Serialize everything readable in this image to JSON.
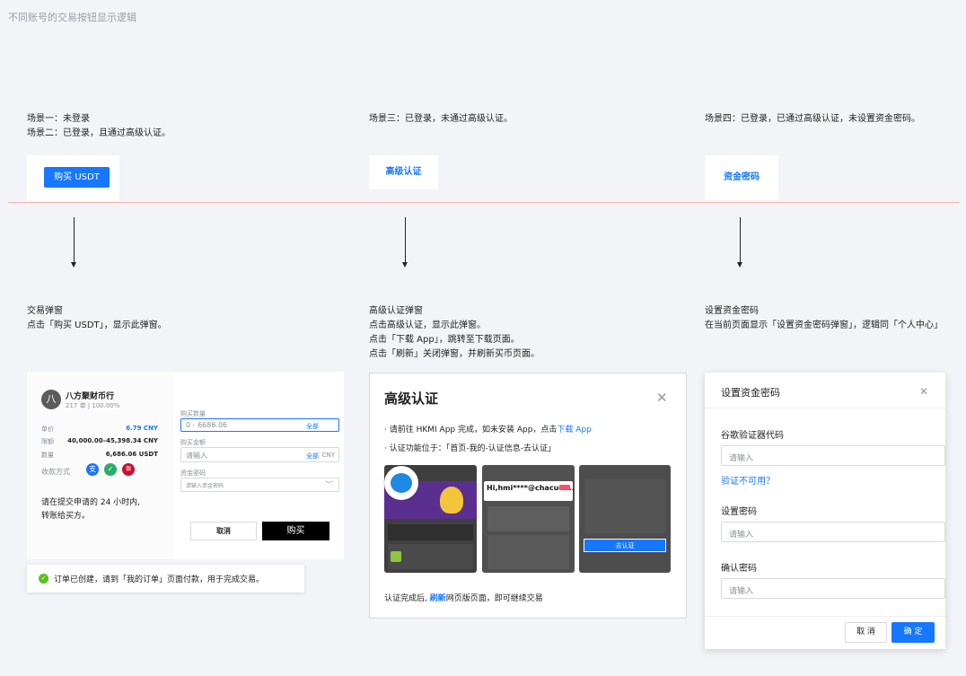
{
  "page_title": "不同账号的交易按钮显示逻辑",
  "col1": {
    "scenario_lines": [
      "场景一：未登录",
      "场景二：已登录，且通过高级认证。"
    ],
    "button_label": "购买 USDT",
    "modal_desc": [
      "交易弹窗",
      "点击「购买 USDT」，显示此弹窗。"
    ],
    "trade": {
      "merchant_initial": "八",
      "merchant_name": "八方聚财币行",
      "merchant_stats": "217 单 | 100.00%",
      "rows": [
        {
          "label": "单价",
          "value": "6.79 CNY"
        },
        {
          "label": "限额",
          "value": "40,000.00–45,398.34 CNY"
        },
        {
          "label": "数量",
          "value": "6,686.06 USDT"
        }
      ],
      "pay_label": "收款方式",
      "notice": [
        "请在提交申请的 24 小时内,",
        "转账给买方。"
      ],
      "qty_label": "购买数量",
      "qty_placeholder": "0 - 6686.06",
      "qty_all": "全部",
      "amount_label": "购买金额",
      "amount_placeholder": "请输入",
      "amount_all": "全部",
      "amount_unit": "CNY",
      "pwd_label": "资金密码",
      "pwd_placeholder": "请输入资金密码",
      "cancel": "取消",
      "buy": "购买"
    },
    "toast": "订单已创建，请到「我的订单」页面付款，用于完成交易。"
  },
  "col2": {
    "scenario_lines": [
      "场景三：已登录，未通过高级认证。"
    ],
    "button_label": "高级认证",
    "modal_desc": [
      "高级认证弹窗",
      "点击高级认证，显示此弹窗。",
      "点击「下载 App」，跳转至下载页面。",
      "点击「刷新」关闭弹窗，并刷新买币页面。"
    ],
    "verify": {
      "title": "高级认证",
      "line1_prefix": "· 请前往 HKMI App 完成，如未安装 App，点击",
      "line1_link": "下载 App",
      "line2": "· 认证功能位于：「首页-我的-认证信息-去认证」",
      "phone2_greeting": "Hi,hmi****@chacuo....",
      "phone3_button": "去认证",
      "footer_prefix": "认证完成后,",
      "footer_link": "刷新",
      "footer_suffix": "网页版页面，即可继续交易"
    }
  },
  "col3": {
    "scenario_lines": [
      "场景四：已登录，已通过高级认证，未设置资金密码。"
    ],
    "button_label": "资金密码",
    "modal_desc": [
      "设置资金密码",
      "在当前页面显示「设置资金密码弹窗」，逻辑同「个人中心」"
    ],
    "setpwd": {
      "title": "设置资金密码",
      "google_label": "谷歌验证器代码",
      "google_placeholder": "请输入",
      "unavailable": "验证不可用？",
      "pwd_label": "设置密码",
      "pwd_placeholder": "请输入",
      "confirm_label": "确认密码",
      "confirm_placeholder": "请输入",
      "cancel": "取 消",
      "ok": "确 定"
    }
  },
  "colors": {
    "accent": "#1677ff",
    "divider": "#f3b7ad",
    "success": "#52c41a"
  }
}
